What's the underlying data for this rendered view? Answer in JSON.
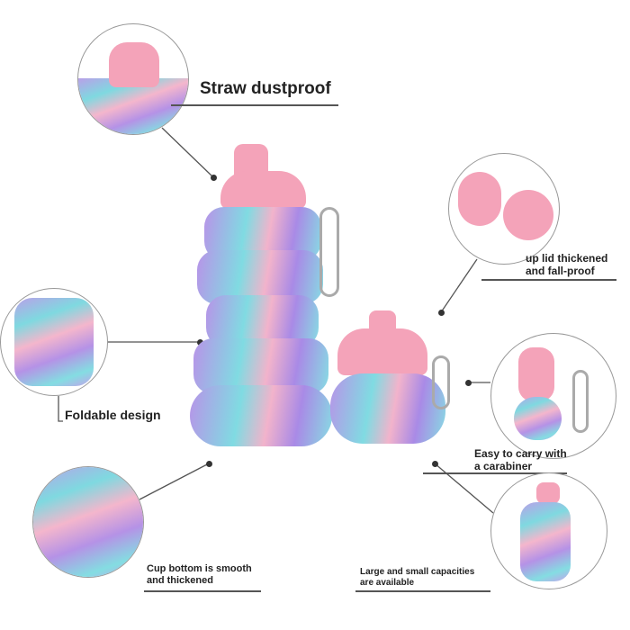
{
  "callouts": {
    "straw": "Straw dustproof",
    "lid_line1": "up lid thickened",
    "lid_line2": "and fall-proof",
    "foldable": "Foldable design",
    "carry_line1": "Easy to carry with",
    "carry_line2": "a carabiner",
    "bottom_line1": "Cup bottom is smooth",
    "bottom_line2": "and thickened",
    "capacity_line1": "Large and small capacities",
    "capacity_line2": "are available"
  },
  "colors": {
    "pink": "#f4a3b9",
    "purple": "#b893e8",
    "teal": "#80dbe2"
  }
}
